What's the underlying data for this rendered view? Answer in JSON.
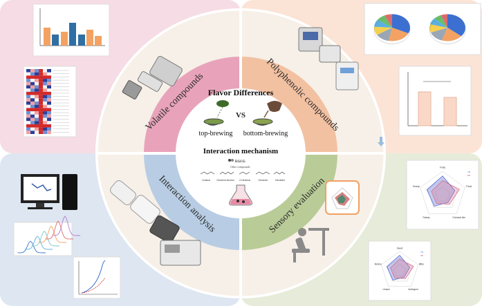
{
  "center": {
    "title": "Flavor Differences",
    "vs": "VS",
    "left_label": "top-brewing",
    "right_label": "bottom-brewing",
    "mechanism_title": "Interaction mechanism",
    "egcg_label": "EGCG",
    "other_label": "Other compounds",
    "compound_labels": [
      "Linalool",
      "Geraniol alcohol",
      "2-Hexenal",
      "Geranial",
      "Nerolidol"
    ]
  },
  "ring_labels": {
    "top_left": "Volatile compounds",
    "top_right": "Polyphenolic compounds",
    "bottom_left": "Interaction analysis",
    "bottom_right": "Sensory evaluation"
  },
  "radar_top": {
    "labels": [
      "Fruity",
      "Floral",
      "Chestnut-like",
      "Roasty",
      "Grassy"
    ],
    "legend": [
      "TB",
      "BB"
    ]
  },
  "radar_bottom": {
    "labels": [
      "Sweet",
      "Bitter",
      "Astringent",
      "Umami",
      "Mellow"
    ],
    "legend": [
      "TB",
      "BB"
    ]
  },
  "colors": {
    "top_left_bg": "#f6dce4",
    "top_right_bg": "#fbe4d6",
    "bottom_left_bg": "#dde6f1",
    "bottom_right_bg": "#e6ecd9",
    "ring_top_left": "#f2c9d6",
    "ring_top_right": "#f9d8c4",
    "ring_bottom_left": "#cfdceb",
    "ring_bottom_right": "#d7e3c4",
    "wedge_top_left": "#e8a3bb",
    "wedge_top_right": "#f2c1a2",
    "wedge_bottom_left": "#b8cde3",
    "wedge_bottom_right": "#b9cc97"
  },
  "icons": [
    "gc-ms-instrument-icon",
    "hplc-instrument-icon",
    "computer-icon",
    "robot-arm-icon",
    "tasting-person-icon",
    "flask-icon"
  ]
}
